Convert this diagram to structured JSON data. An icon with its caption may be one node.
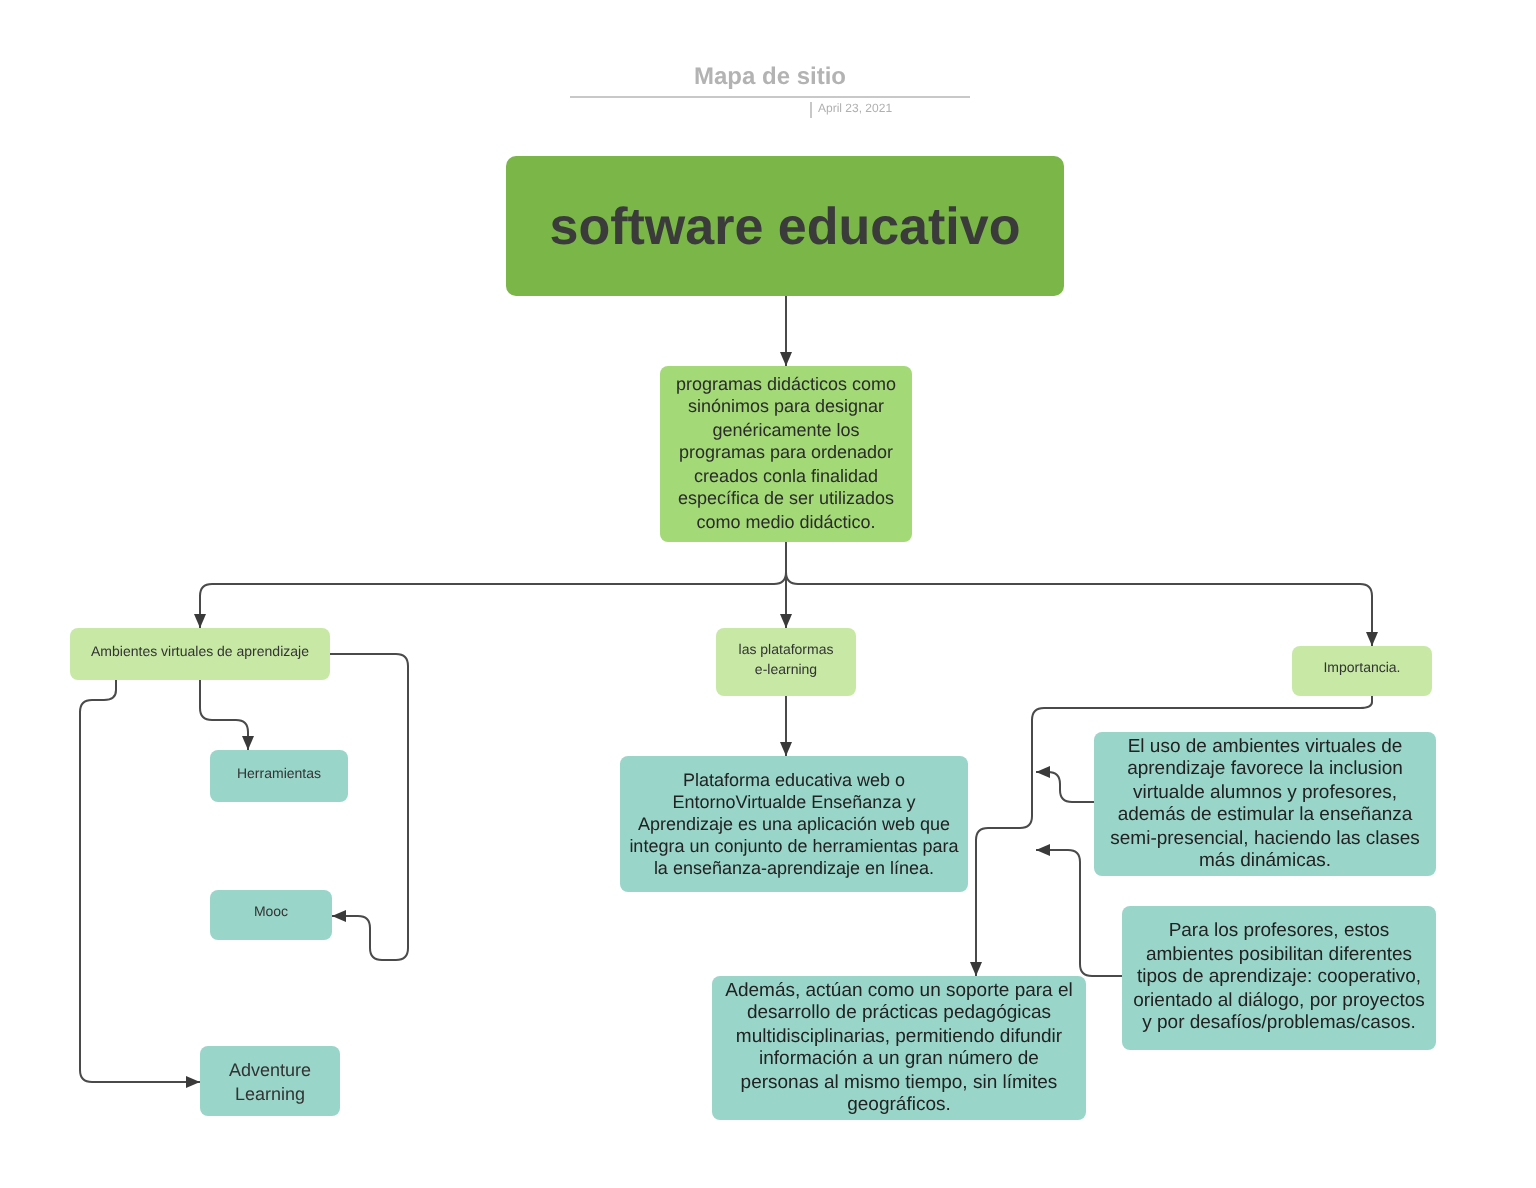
{
  "diagram": {
    "title": "Mapa de sitio",
    "nodes": [
      {
        "text": [
          "software educativo"
        ]
      },
      {
        "text": [
          "programas didácticos como sinónimos para designar genéricamente los programas para ordenador creados conla finalidad específica de ser utilizados como medio didáctico."
        ]
      },
      {
        "text": [
          "Ambientes virtuales de aprendizaje"
        ]
      },
      {
        "text": [
          "las plataformas e-learning"
        ]
      },
      {
        "text": [
          "Importancia."
        ]
      },
      {
        "text": [
          "Herramientas"
        ]
      },
      {
        "text": [
          "Mooc"
        ]
      },
      {
        "text": [
          "Adventure Learning"
        ]
      },
      {
        "text": [
          "Plataforma educativa web o EntornoVirtualde Enseñanza y Aprendizaje es una aplicación web que integra un conjunto de herramientas para la enseñanza-aprendizaje en línea."
        ]
      },
      {
        "text": [
          "El uso de ambientes virtuales de aprendizaje favorece la inclusion virtualde alumnos y profesores, además de estimular la enseñanza semi-presencial, haciendo las clases más dinámicas."
        ]
      },
      {
        "text": [
          "Para los profesores, estos ambientes posibilitan diferentes tipos de aprendizaje: cooperativo, orientado al diálogo, por proyectos y por desafíos/problemas/casos."
        ]
      },
      {
        "text": [
          "Además, actúan como un soporte para el desarrollo de prácticas pedagógicas multidisciplinarias, permitiendo difundir información a un gran número de personas al mismo tiempo, sin límites geográficos."
        ]
      }
    ],
    "edges": [
      {
        "from": 0,
        "to": 1,
        "arrow": "to"
      },
      {
        "from": 1,
        "to": 2,
        "arrow": "to"
      },
      {
        "from": 1,
        "to": 3,
        "arrow": "to"
      },
      {
        "from": 1,
        "to": 4,
        "arrow": "to"
      },
      {
        "from": 2,
        "to": 5,
        "arrow": "to"
      },
      {
        "from": 2,
        "to": 6,
        "arrow": "to"
      },
      {
        "from": 2,
        "to": 7,
        "arrow": "to"
      },
      {
        "from": 3,
        "to": 8,
        "arrow": "to"
      },
      {
        "from": 4,
        "to": 11,
        "arrow": "to"
      },
      {
        "from": 9,
        "to": null,
        "arrow": "to"
      },
      {
        "from": 10,
        "to": null,
        "arrow": "to"
      }
    ],
    "labels": [
      "April 23, 2021"
    ]
  }
}
